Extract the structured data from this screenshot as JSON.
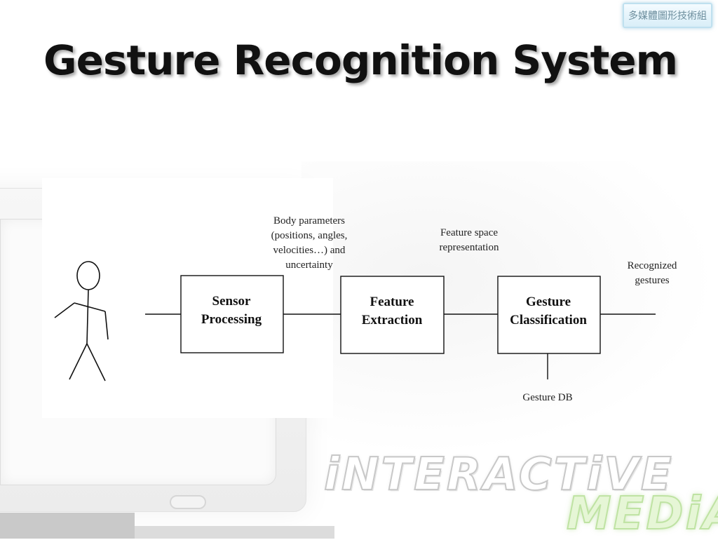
{
  "badge": {
    "text": "多媒體圖形技術組"
  },
  "slide": {
    "title": "Gesture Recognition System"
  },
  "diagram": {
    "blocks": {
      "sensor": [
        "Sensor",
        "Processing"
      ],
      "feature": [
        "Feature",
        "Extraction"
      ],
      "gesture": [
        "Gesture",
        "Classification"
      ]
    },
    "labels": {
      "body_params": [
        "Body parameters",
        "(positions, angles,",
        "velocities…) and",
        "uncertainty"
      ],
      "feature_space": [
        "Feature space",
        "representation"
      ],
      "recognized": [
        "Recognized",
        "gestures"
      ],
      "gesture_db": "Gesture DB"
    }
  },
  "branding": {
    "line1": "iNTERACTiVE",
    "line2": "MEDiA"
  }
}
